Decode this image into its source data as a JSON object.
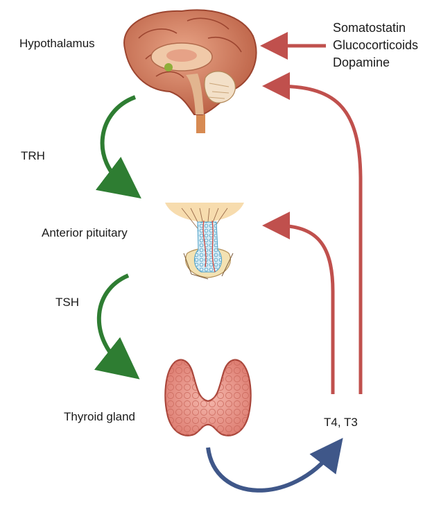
{
  "labels": {
    "hypothalamus": "Hypothalamus",
    "trh": "TRH",
    "anterior_pituitary": "Anterior pituitary",
    "tsh": "TSH",
    "thyroid_gland": "Thyroid gland",
    "thyroid_hormones": "T4, T3"
  },
  "inhibitors": [
    "Somatostatin",
    "Glucocorticoids",
    "Dopamine"
  ],
  "colors": {
    "stimulation_arrow": "#2e7d32",
    "feedback_arrow": "#c0504d",
    "secretion_arrow": "#3f5789",
    "brain": "#c8664a",
    "thyroid": "#e58a7c"
  },
  "icons": [
    "brain-illustration",
    "pituitary-illustration",
    "thyroid-illustration"
  ]
}
